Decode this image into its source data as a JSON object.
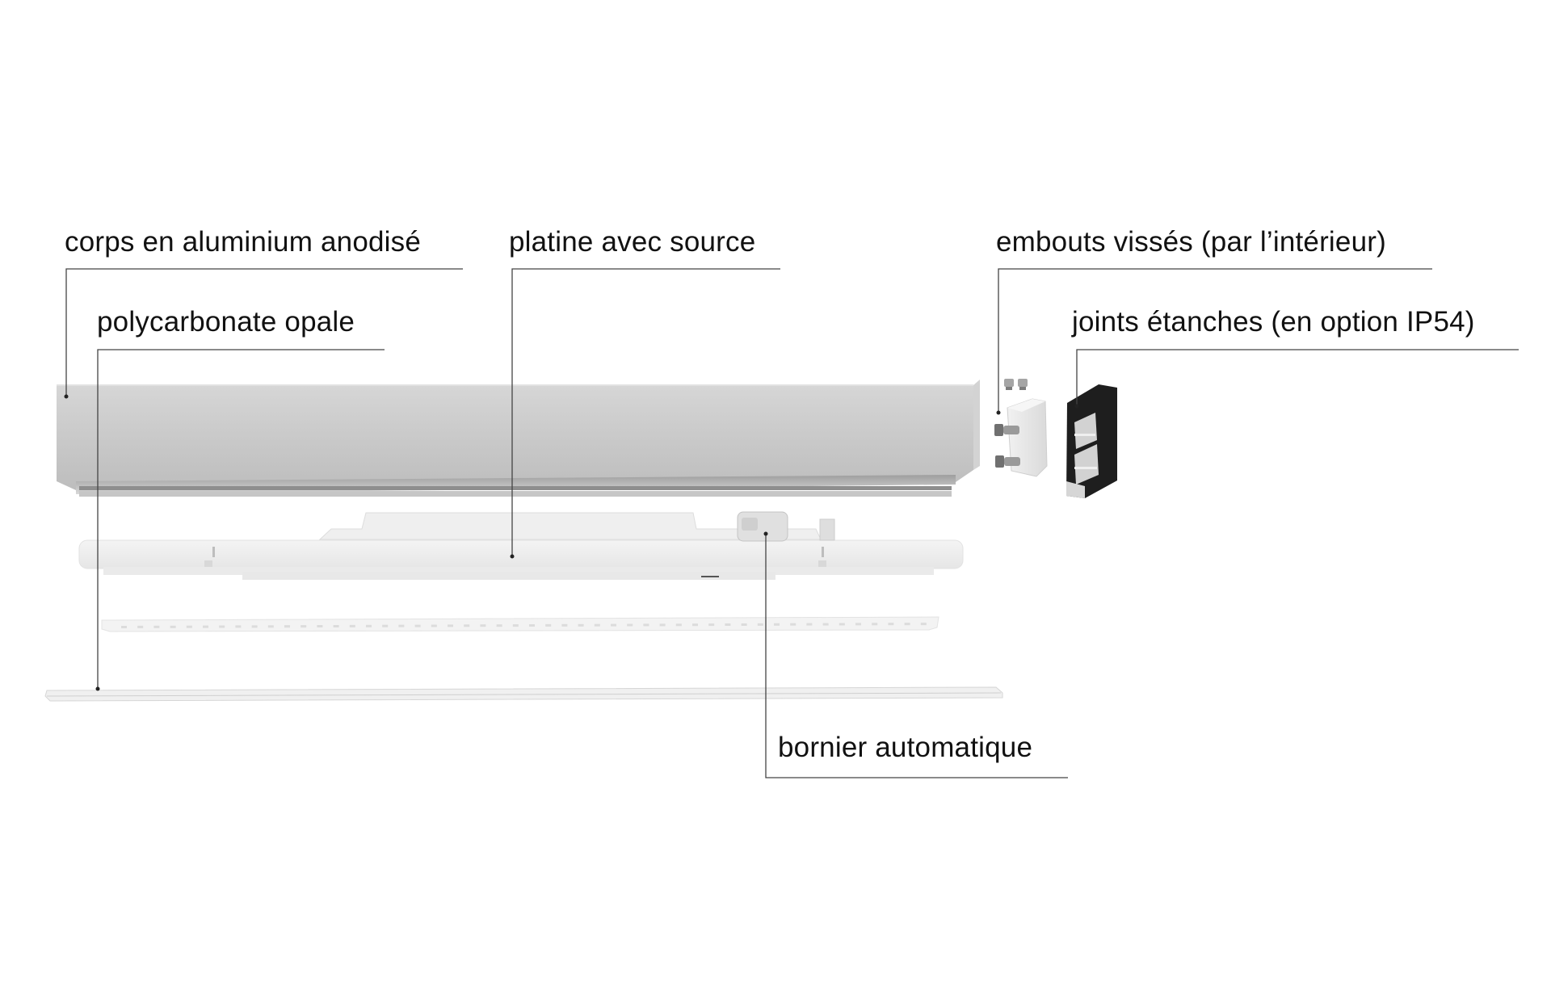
{
  "diagram": {
    "labels": {
      "corps": "corps en aluminium anodisé",
      "platine": "platine avec source",
      "embouts": "embouts vissés (par l’intérieur)",
      "polycarbonate": "polycarbonate opale",
      "joints": "joints étanches (en option IP54)",
      "bornier": "bornier automatique"
    },
    "colors": {
      "text": "#111111",
      "leader": "#444444",
      "aluminium": "#c9c9c9",
      "gasket": "#1e1e1e",
      "background": "#ffffff"
    }
  }
}
